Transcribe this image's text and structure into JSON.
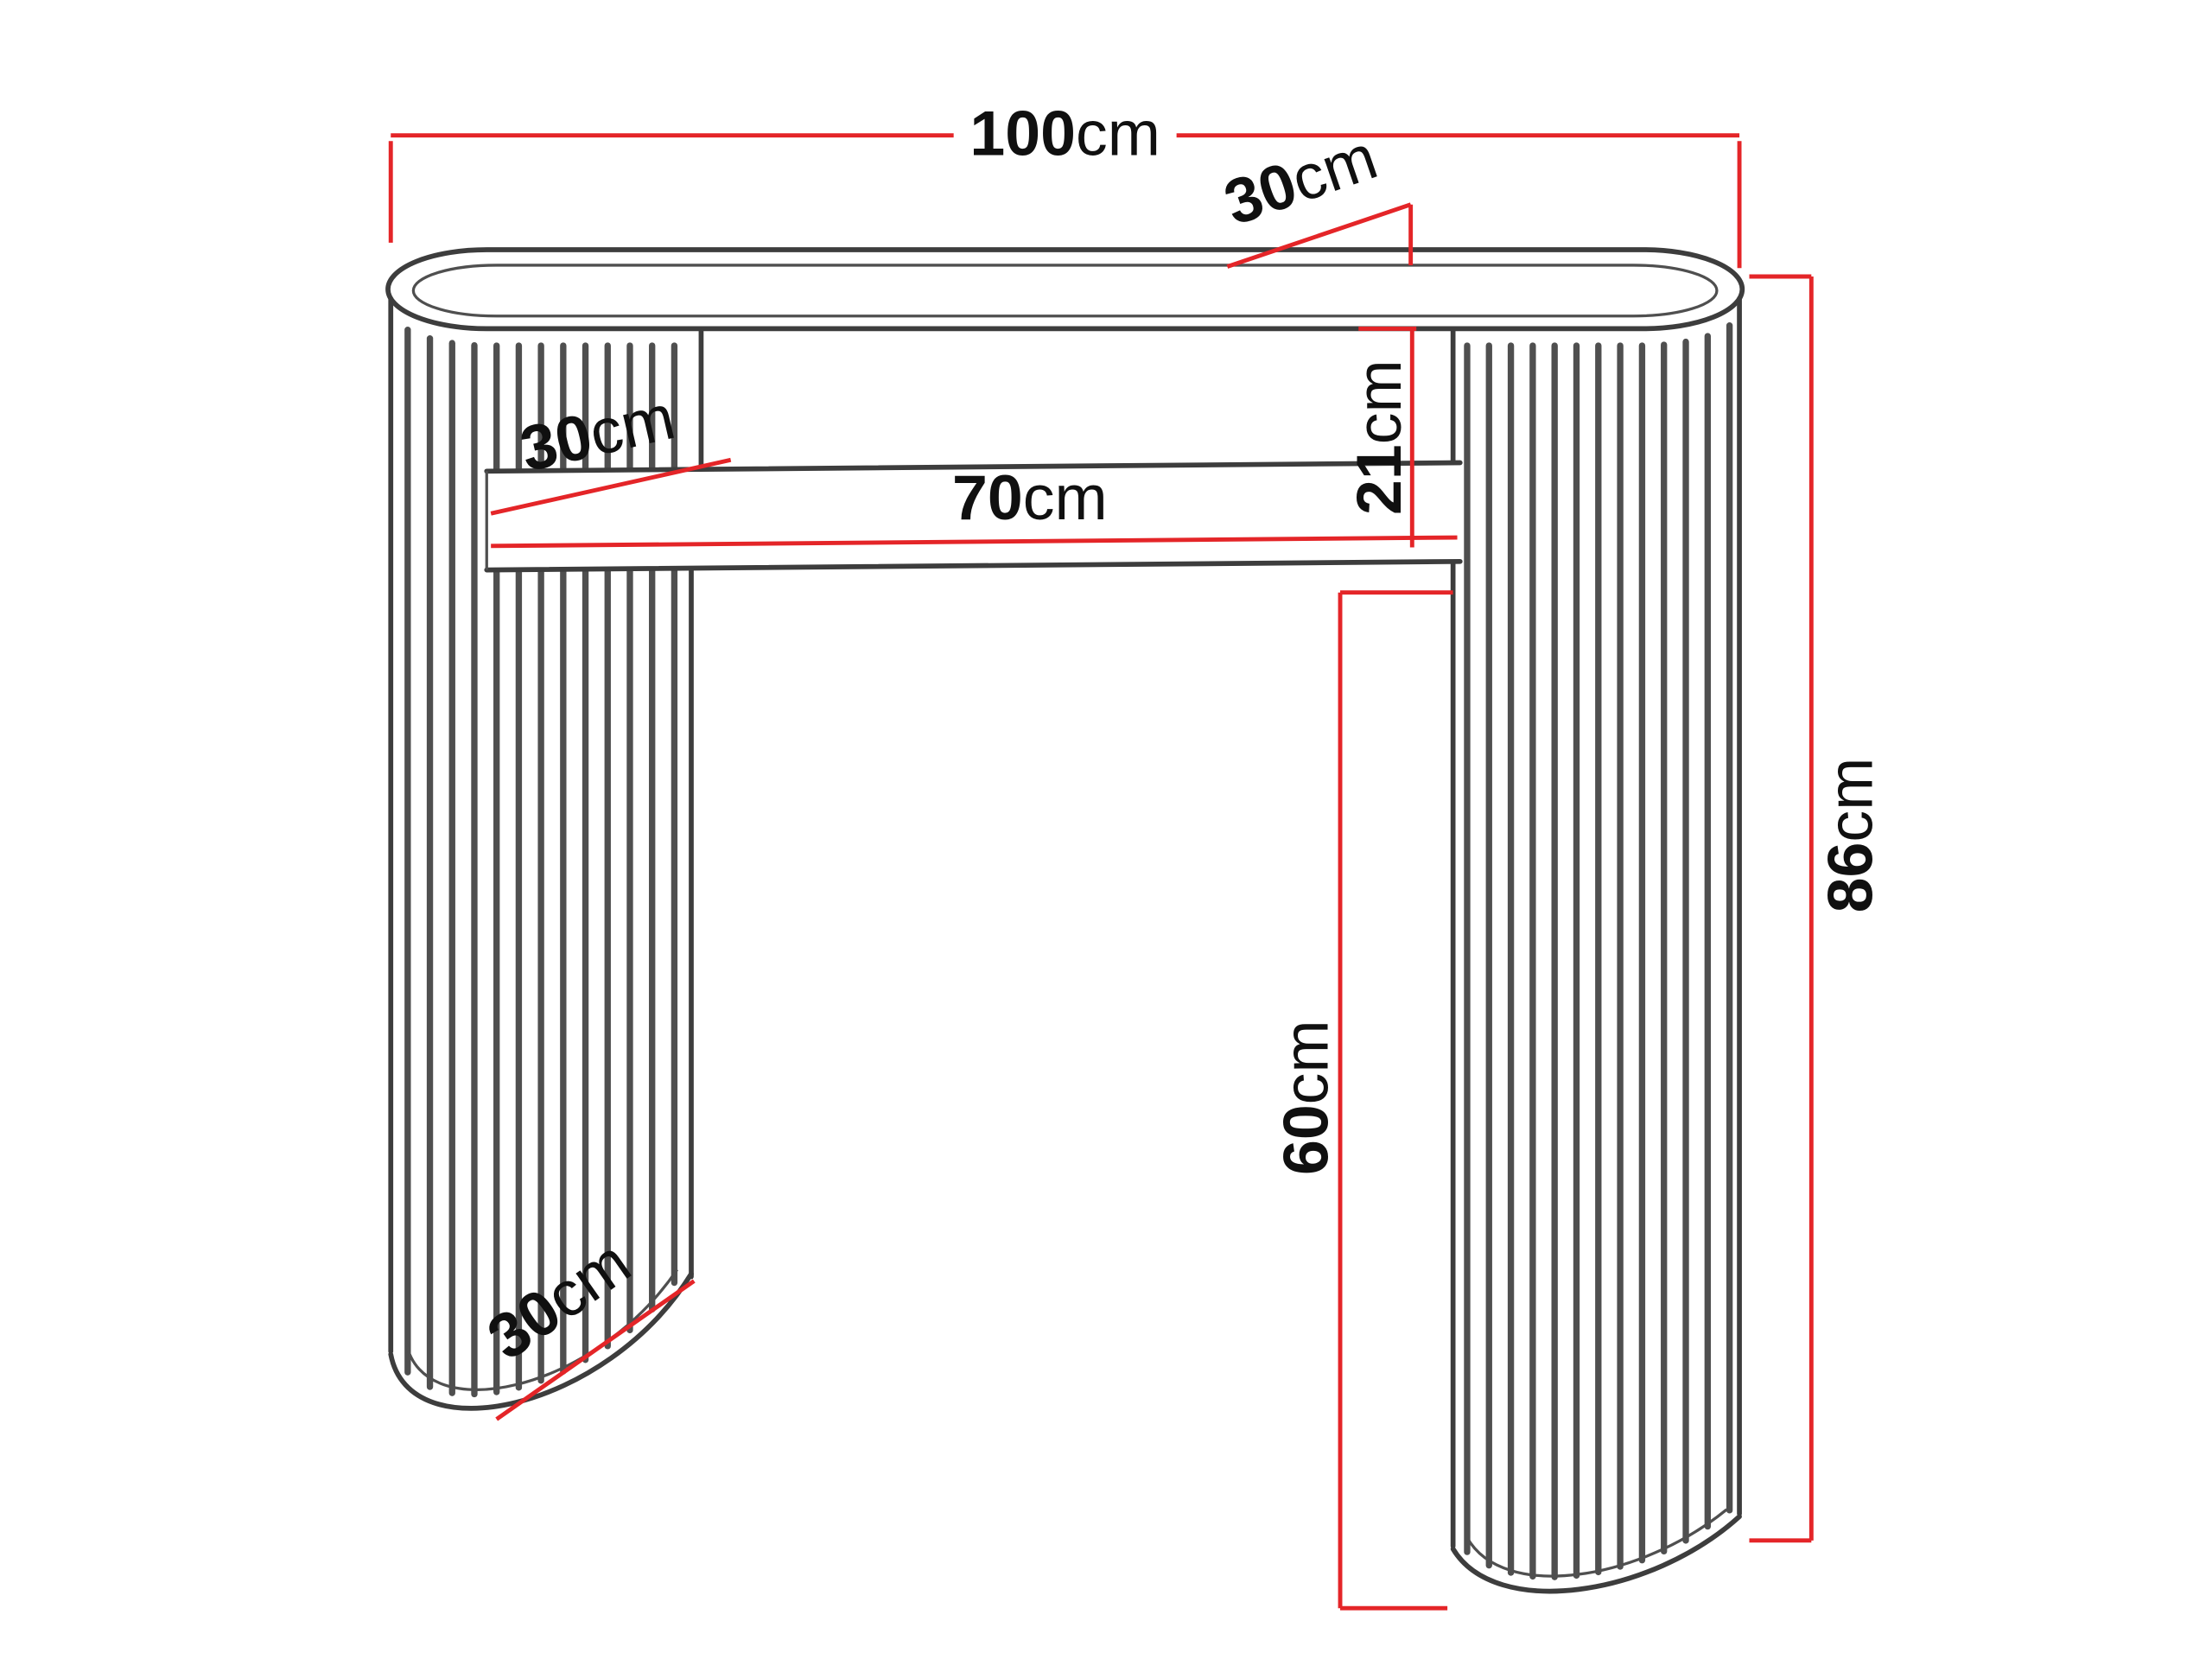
{
  "diagram": {
    "dimensions": {
      "top_width": {
        "value": "100",
        "unit": "cm"
      },
      "top_depth": {
        "value": "30",
        "unit": "cm"
      },
      "shelf_depth": {
        "value": "30",
        "unit": "cm"
      },
      "shelf_width": {
        "value": "70",
        "unit": "cm"
      },
      "top_to_shelf_gap": {
        "value": "21",
        "unit": "cm"
      },
      "overall_height": {
        "value": "86",
        "unit": "cm"
      },
      "clearance_height": {
        "value": "60",
        "unit": "cm"
      },
      "base_depth": {
        "value": "30",
        "unit": "cm"
      }
    },
    "colors": {
      "dimension_line": "#e42528",
      "drawing_line": "#3d3d3d",
      "label_text": "#101010",
      "background": "#ffffff"
    }
  }
}
